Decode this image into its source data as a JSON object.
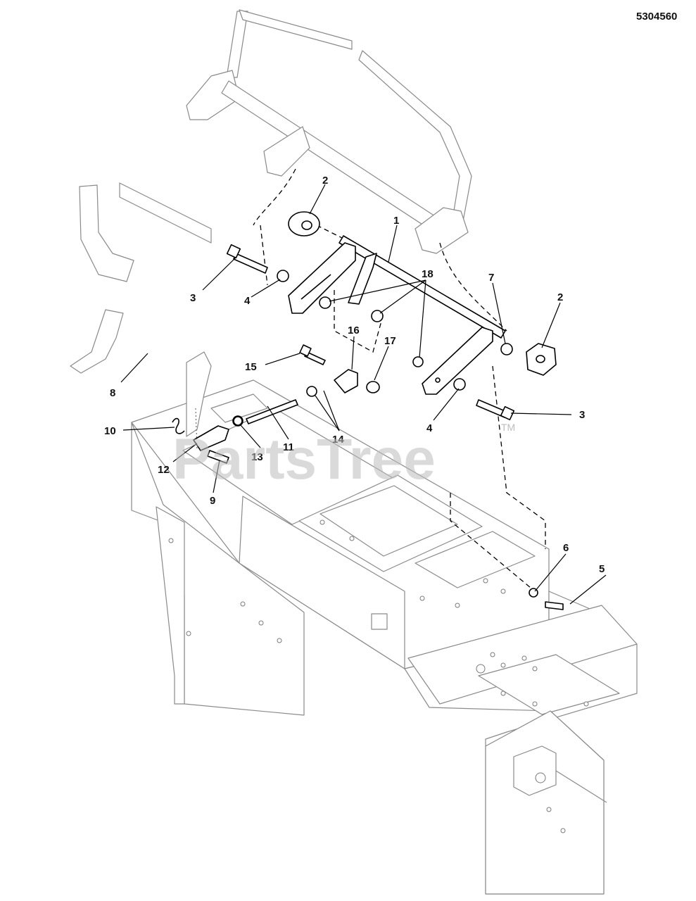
{
  "diagram_number": "5304560",
  "watermark": {
    "text": "PartsTree",
    "trademark": "TM"
  },
  "callouts": [
    {
      "id": "c1",
      "label": "1"
    },
    {
      "id": "c2a",
      "label": "2"
    },
    {
      "id": "c2b",
      "label": "2"
    },
    {
      "id": "c3a",
      "label": "3"
    },
    {
      "id": "c3b",
      "label": "3"
    },
    {
      "id": "c4a",
      "label": "4"
    },
    {
      "id": "c4b",
      "label": "4"
    },
    {
      "id": "c5",
      "label": "5"
    },
    {
      "id": "c6",
      "label": "6"
    },
    {
      "id": "c7",
      "label": "7"
    },
    {
      "id": "c8",
      "label": "8"
    },
    {
      "id": "c9",
      "label": "9"
    },
    {
      "id": "c10",
      "label": "10"
    },
    {
      "id": "c11",
      "label": "11"
    },
    {
      "id": "c12",
      "label": "12"
    },
    {
      "id": "c13",
      "label": "13"
    },
    {
      "id": "c14",
      "label": "14"
    },
    {
      "id": "c15",
      "label": "15"
    },
    {
      "id": "c16",
      "label": "16"
    },
    {
      "id": "c17",
      "label": "17"
    },
    {
      "id": "c18",
      "label": "18"
    }
  ]
}
